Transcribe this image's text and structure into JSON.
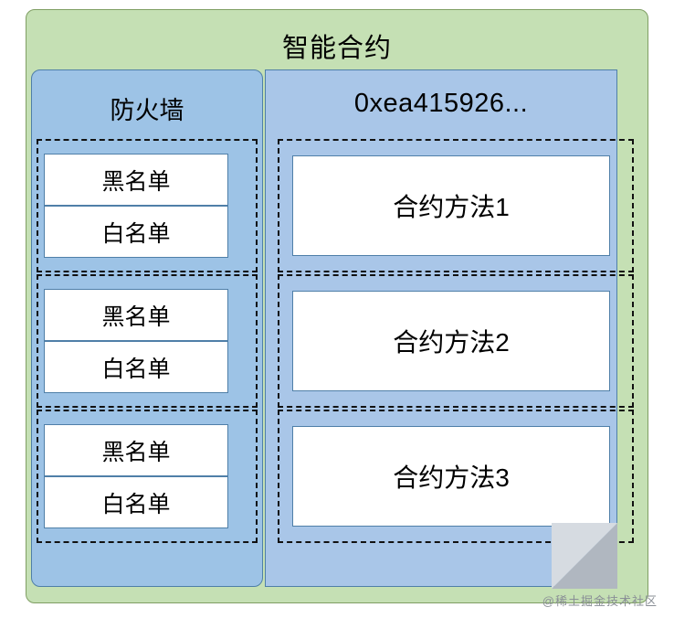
{
  "diagram": {
    "outer_title": "智能合约",
    "firewall": {
      "title": "防火墙",
      "groups": [
        {
          "blacklist": "黑名单",
          "whitelist": "白名单"
        },
        {
          "blacklist": "黑名单",
          "whitelist": "白名单"
        },
        {
          "blacklist": "黑名单",
          "whitelist": "白名单"
        }
      ]
    },
    "contract": {
      "title": "0xea415926...",
      "methods": [
        "合约方法1",
        "合约方法2",
        "合约方法3"
      ]
    },
    "watermark": "@稀土掘金技术社区",
    "colors": {
      "outer_fill": "#c5e0b4",
      "outer_stroke": "#7f9e63",
      "firewall_fill": "#9dc3e6",
      "contract_fill": "#a9c6e8",
      "card_fill": "#ffffff",
      "card_stroke": "#4f7fa8",
      "dashed_stroke": "#111111"
    }
  }
}
